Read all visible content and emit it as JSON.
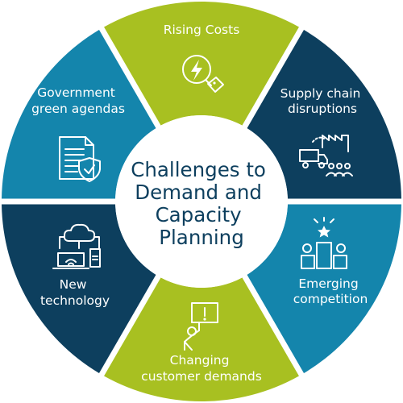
{
  "center": {
    "lines": [
      "Challenges to",
      "Demand and",
      "Capacity",
      "Planning"
    ],
    "color": "#0d3f5e"
  },
  "colors": {
    "lime": "#a8c021",
    "teal": "#1485ac",
    "navy": "#0d3f5e"
  },
  "segments": [
    {
      "id": "rising-costs",
      "lines": [
        "Rising Costs"
      ],
      "color": "#a8c021",
      "icon": "price-tag-magnifier-icon"
    },
    {
      "id": "supply-chain-disruptions",
      "lines": [
        "Supply chain",
        "disruptions"
      ],
      "color": "#0d3f5e",
      "icon": "truck-factory-people-icon"
    },
    {
      "id": "emerging-competition",
      "lines": [
        "Emerging",
        "competition"
      ],
      "color": "#1485ac",
      "icon": "podium-stars-icon"
    },
    {
      "id": "changing-customer-demands",
      "lines": [
        "Changing",
        "customer demands"
      ],
      "color": "#a8c021",
      "icon": "person-alert-sign-icon"
    },
    {
      "id": "new-technology",
      "lines": [
        "New",
        "technology"
      ],
      "color": "#0d3f5e",
      "icon": "cloud-devices-icon"
    },
    {
      "id": "government-green-agendas",
      "lines": [
        "Government",
        "green agendas"
      ],
      "color": "#1485ac",
      "icon": "document-shield-icon"
    }
  ]
}
